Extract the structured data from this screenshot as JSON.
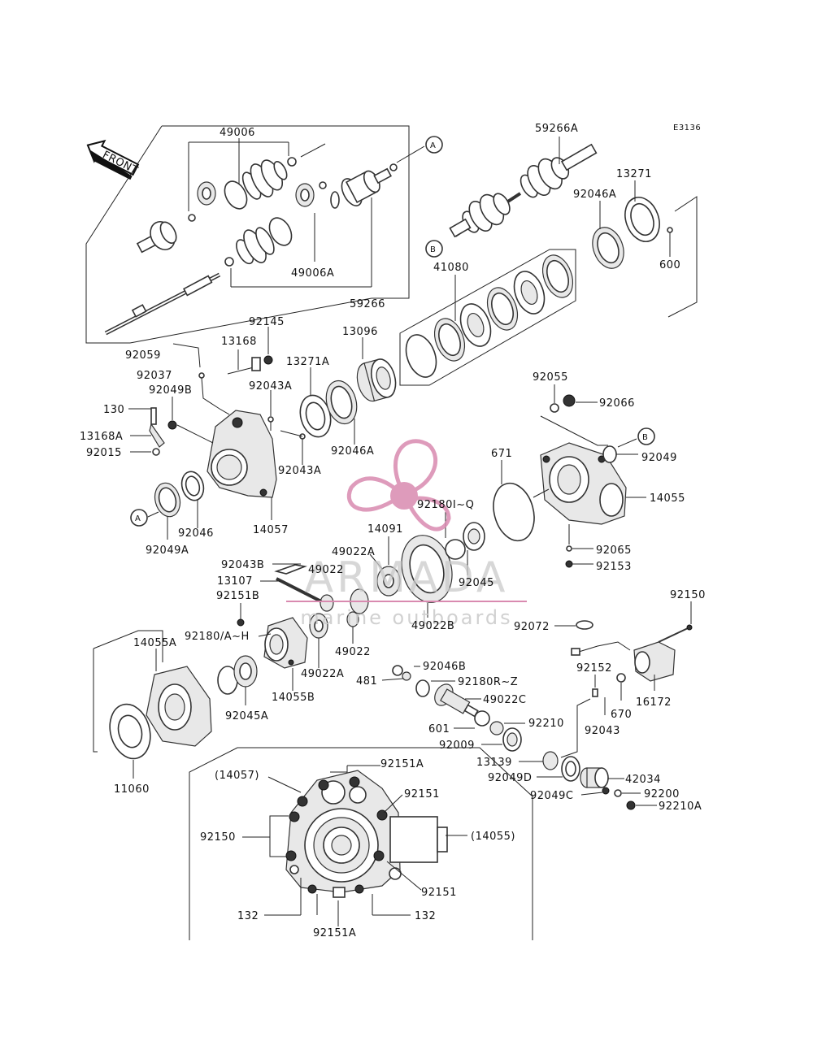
{
  "diagram_code": "E3136",
  "front_label": "FRONT",
  "callouts": {
    "a": "A",
    "b": "B"
  },
  "watermark": {
    "brand": "ARMADA",
    "tagline": "marine outboards",
    "color": "#d98ab0"
  },
  "labels": {
    "p49006": "49006",
    "p49006a": "49006A",
    "p59266": "59266",
    "p59266a": "59266A",
    "p13271": "13271",
    "p92046a_top": "92046A",
    "p600": "600",
    "p41080": "41080",
    "p92145": "92145",
    "p13168": "13168",
    "p92059": "92059",
    "p92037": "92037",
    "p13096": "13096",
    "p13271a": "13271A",
    "p92043a_1": "92043A",
    "p92049b": "92049B",
    "p130": "130",
    "p13168a": "13168A",
    "p92015": "92015",
    "p92046a_mid": "92046A",
    "p92043a_2": "92043A",
    "p92055": "92055",
    "p92066": "92066",
    "p92049": "92049",
    "p671": "671",
    "p14055": "14055",
    "p92180iq": "92180I~Q",
    "p92046": "92046",
    "p14057": "14057",
    "p92049a": "92049A",
    "p14091": "14091",
    "p49022a_1": "49022A",
    "p92065": "92065",
    "p92153": "92153",
    "p92043b": "92043B",
    "p49022_1": "49022",
    "p13107": "13107",
    "p92045": "92045",
    "p92151b": "92151B",
    "p49022b": "49022B",
    "p92072": "92072",
    "p92150_r": "92150",
    "p92180ah": "92180/A~H",
    "p49022_2": "49022",
    "p14055a": "14055A",
    "p49022a_2": "49022A",
    "p92046b": "92046B",
    "p481": "481",
    "p92180rz": "92180R~Z",
    "p14055b": "14055B",
    "p92152": "92152",
    "p16172": "16172",
    "p49022c": "49022C",
    "p670": "670",
    "p92045a": "92045A",
    "p601": "601",
    "p92210": "92210",
    "p92043": "92043",
    "p92009": "92009",
    "p13139": "13139",
    "p42034": "42034",
    "p92049d": "92049D",
    "p11060": "11060",
    "p92049c": "92049C",
    "p92200": "92200",
    "p92210a": "92210A",
    "p14057_ref": "(14057)",
    "p92151a_top": "92151A",
    "p92151_1": "92151",
    "p92150_l": "92150",
    "p14055_ref": "(14055)",
    "p92151_2": "92151",
    "p132_l": "132",
    "p132_r": "132",
    "p92151a_bot": "92151A"
  }
}
